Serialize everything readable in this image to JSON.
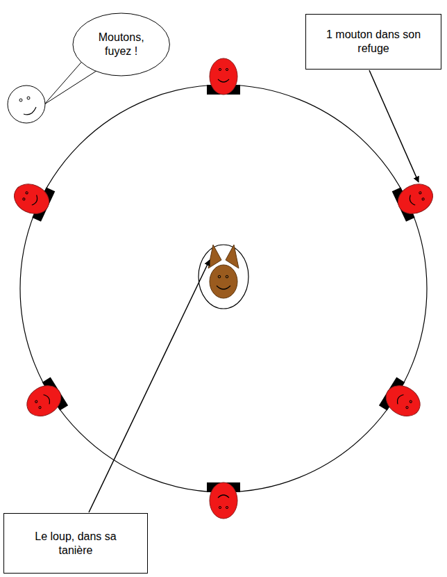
{
  "diagram": {
    "nodes": [
      {
        "text": [
          "Moutons, fuyez !"
        ]
      },
      {
        "text": [
          "1 mouton dans son refuge"
        ]
      },
      {
        "text": [
          "Le loup, dans sa tanière"
        ]
      }
    ]
  }
}
